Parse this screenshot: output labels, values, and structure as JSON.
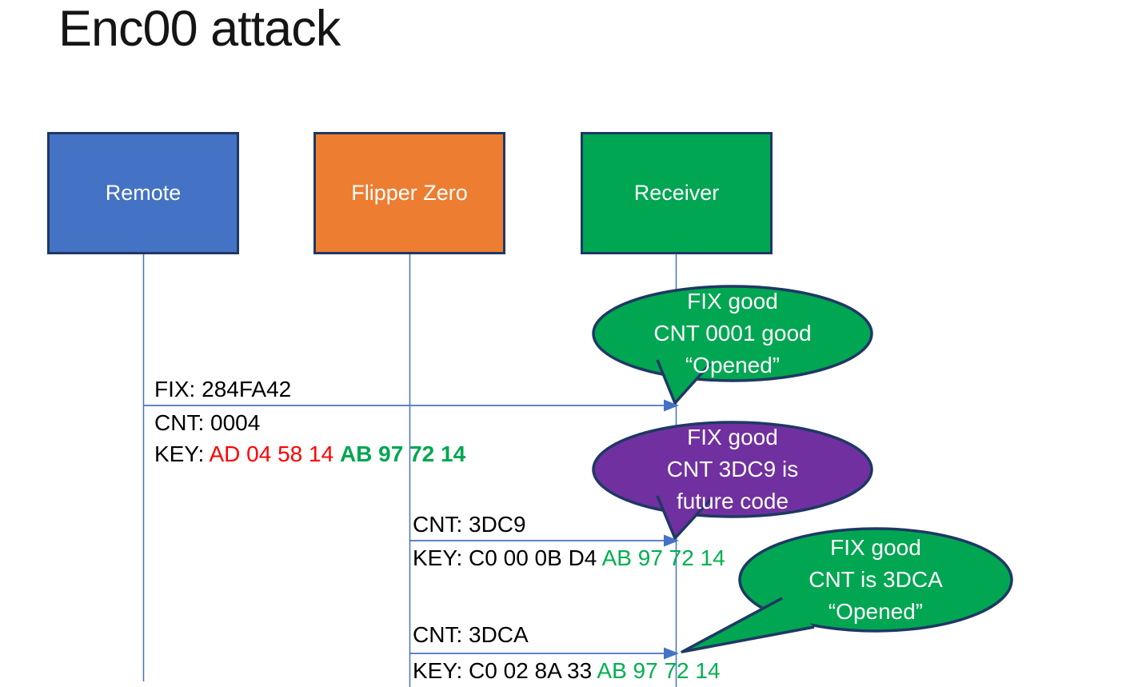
{
  "title": "Enc00 attack",
  "colors": {
    "remote_fill": "#4472C4",
    "flipper_fill": "#ED7D31",
    "receiver_fill": "#00A651",
    "callout_green_fill": "#00A651",
    "callout_purple_fill": "#7030A0",
    "shape_border": "#1F3864",
    "connector_blue": "#4472C4",
    "key_red": "#FF0000",
    "key_green_dark": "#00A651",
    "key_green": "#00B050",
    "text_black": "#000000",
    "text_white": "#FFFFFF"
  },
  "actors": [
    {
      "label": "Remote"
    },
    {
      "label": "Flipper Zero"
    },
    {
      "label": "Receiver"
    }
  ],
  "messages": [
    {
      "fix_label": "FIX: 284FA42",
      "cnt_label": "CNT: 0004",
      "key_prefix": "KEY: ",
      "key_part1": "AD 04 58 14 ",
      "key_part2": "AB 97 72 14"
    },
    {
      "cnt_label": "CNT: 3DC9",
      "key_prefix": "KEY: ",
      "key_part1": "C0 00 0B D4 ",
      "key_part2": "AB 97 72 14"
    },
    {
      "cnt_label": "CNT: 3DCA",
      "key_prefix": "KEY: ",
      "key_part1": "C0 02 8A 33 ",
      "key_part2": "AB 97 72 14"
    }
  ],
  "callouts": [
    {
      "lines": [
        "FIX good",
        "CNT 0001 good",
        "“Opened”"
      ]
    },
    {
      "lines": [
        "FIX good",
        "CNT 3DC9 is",
        "future code"
      ]
    },
    {
      "lines": [
        "FIX good",
        "CNT is 3DCA",
        "“Opened”"
      ]
    }
  ]
}
